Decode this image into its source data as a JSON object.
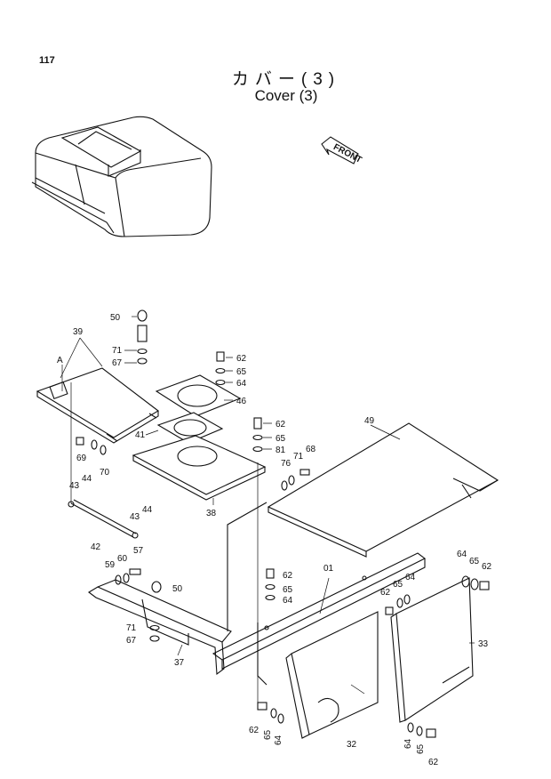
{
  "page_number": "117",
  "title_jp": "カバー(3)",
  "title_en": "Cover (3)",
  "front_label": "FRONT",
  "view_marker": "A",
  "callouts": [
    "50",
    "39",
    "71",
    "67",
    "62",
    "65",
    "64",
    "46",
    "41",
    "62",
    "65",
    "81",
    "49",
    "68",
    "71",
    "76",
    "69",
    "70",
    "38",
    "43",
    "44",
    "43",
    "44",
    "42",
    "57",
    "59",
    "60",
    "50",
    "01",
    "62",
    "65",
    "64",
    "62",
    "65",
    "64",
    "64",
    "65",
    "62",
    "71",
    "67",
    "37",
    "33",
    "62",
    "65",
    "64",
    "32",
    "64",
    "65",
    "62"
  ]
}
